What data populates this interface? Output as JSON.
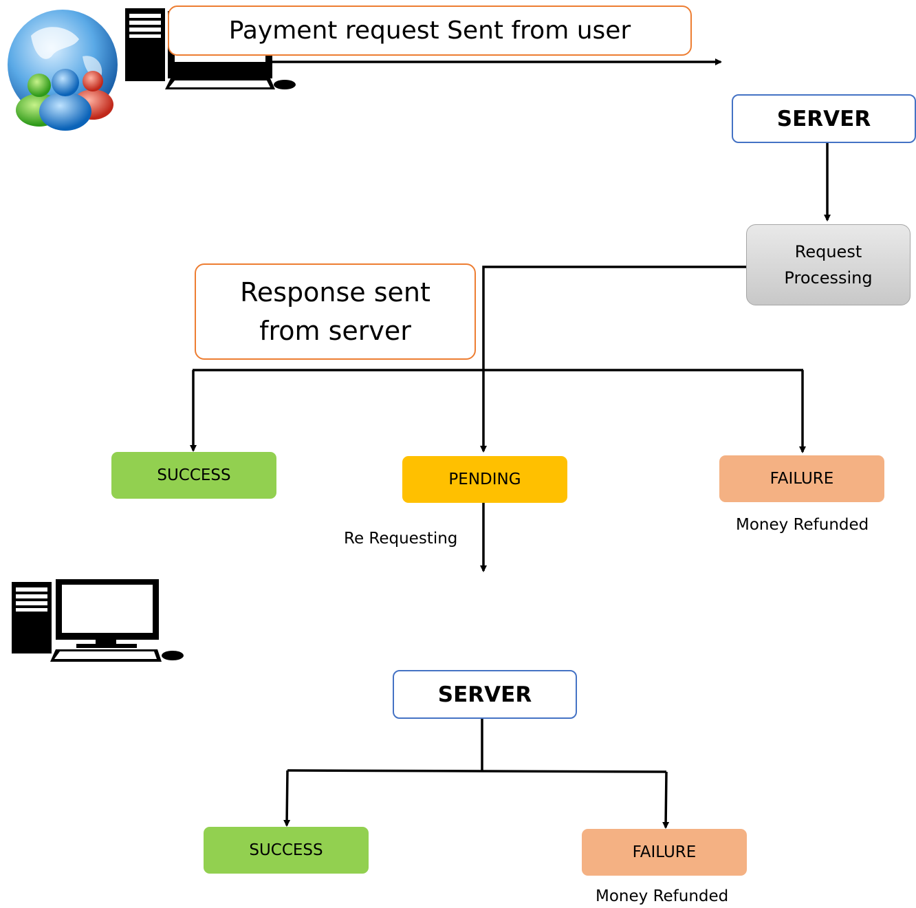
{
  "request_label": "Payment request Sent from user",
  "response_label": "Response sent from server",
  "server_top": "SERVER",
  "request_processing": "Request Processing",
  "status_top": {
    "success": "SUCCESS",
    "pending": "PENDING",
    "failure": "FAILURE",
    "failure_note": "Money Refunded",
    "pending_note": "Re Requesting"
  },
  "server_bottom": "SERVER",
  "status_bottom": {
    "success": "SUCCESS",
    "failure": "FAILURE",
    "failure_note": "Money Refunded"
  },
  "colors": {
    "success": "#92d050",
    "pending": "#ffc000",
    "failure": "#f4b183",
    "server_border": "#4472c4",
    "callout_border": "#ed7d31"
  },
  "icons": {
    "users_globe": "globe-users-icon",
    "computer_top": "desktop-computer-icon",
    "computer_bottom": "desktop-computer-icon"
  }
}
